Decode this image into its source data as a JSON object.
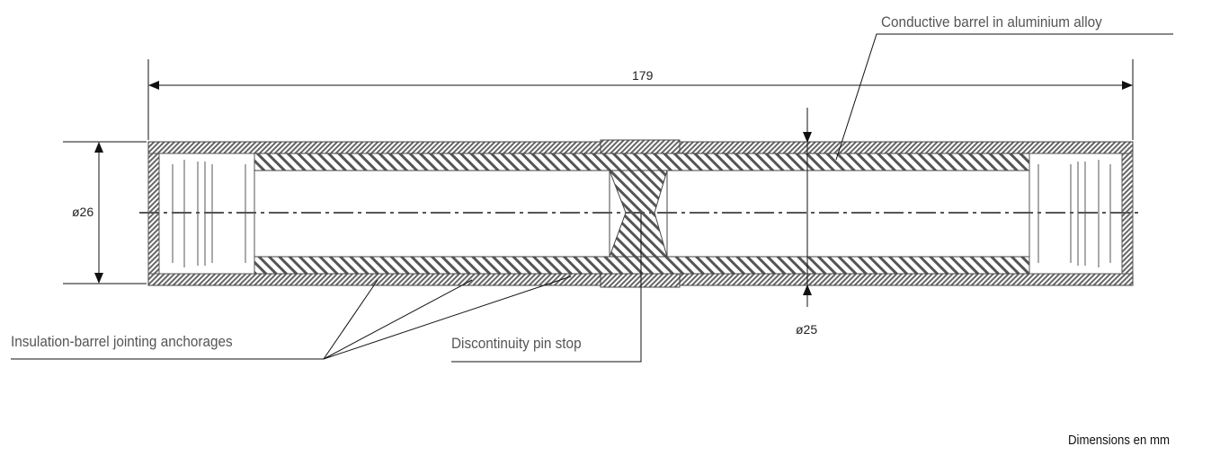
{
  "labels": {
    "conductive_barrel": "Conductive barrel in aluminium alloy",
    "insulation_anchorages": "Insulation-barrel jointing anchorages",
    "pin_stop": "Discontinuity pin stop"
  },
  "dimensions": {
    "length": "179",
    "outer_diameter": "ø26",
    "inner_diameter": "ø25"
  },
  "units_note": "Dimensions en mm",
  "colors": {
    "line": "#333333",
    "hatch": "#555555",
    "label": "#555555"
  }
}
